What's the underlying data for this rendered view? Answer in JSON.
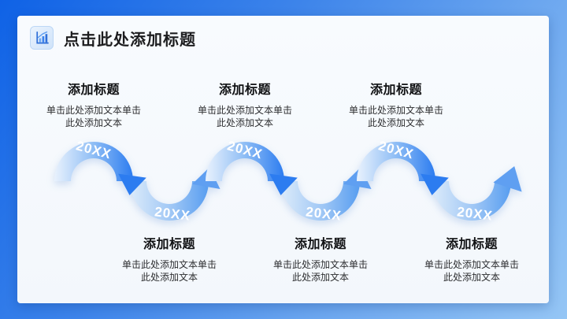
{
  "title": {
    "text": "点击此处添加标题",
    "icon": "bar-chart-icon"
  },
  "steps": [
    {
      "year": "20XX",
      "row": "top",
      "heading": "添加标题",
      "body_line1": "单击此处添加文本单击",
      "body_line2": "此处添加文本"
    },
    {
      "year": "20XX",
      "row": "bottom",
      "heading": "添加标题",
      "body_line1": "单击此处添加文本单击",
      "body_line2": "此处添加文本"
    },
    {
      "year": "20XX",
      "row": "top",
      "heading": "添加标题",
      "body_line1": "单击此处添加文本单击",
      "body_line2": "此处添加文本"
    },
    {
      "year": "20XX",
      "row": "bottom",
      "heading": "添加标题",
      "body_line1": "单击此处添加文本单击",
      "body_line2": "此处添加文本"
    },
    {
      "year": "20XX",
      "row": "top",
      "heading": "添加标题",
      "body_line1": "单击此处添加文本单击",
      "body_line2": "此处添加文本"
    },
    {
      "year": "20XX",
      "row": "bottom",
      "heading": "添加标题",
      "body_line1": "单击此处添加文本单击",
      "body_line2": "此处添加文本"
    }
  ],
  "colors": {
    "frame_gradient_start": "#0f62e6",
    "frame_gradient_end": "#95c6f5",
    "card_background": "#f6f9fd",
    "arc_light": "#e4effc",
    "arc_deep": "#2c7cf0",
    "arrow_up": "#5f9ff1",
    "heading_text": "#101113",
    "body_text": "#2e2f31",
    "year_text": "#ffffff"
  }
}
